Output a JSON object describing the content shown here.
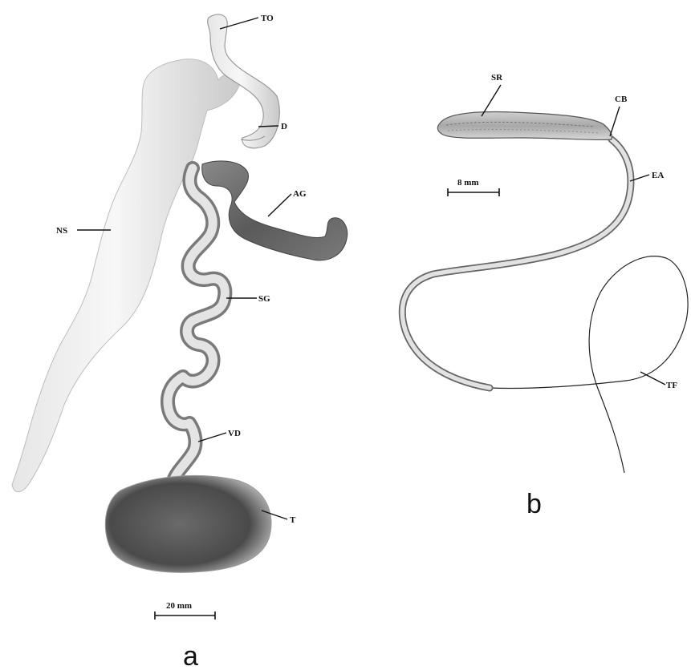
{
  "panel_a": {
    "letter": "a",
    "scale_label": "20 mm",
    "labels": {
      "to": "TO",
      "d": "D",
      "ag": "AG",
      "ns": "NS",
      "sg": "SG",
      "vd": "VD",
      "t": "T"
    }
  },
  "panel_b": {
    "letter": "b",
    "scale_label": "8 mm",
    "labels": {
      "sr": "SR",
      "cb": "CB",
      "ea": "EA",
      "tf": "TF"
    }
  }
}
